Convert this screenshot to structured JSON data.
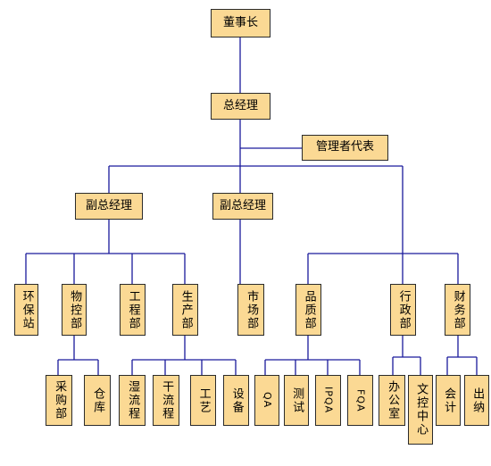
{
  "org": {
    "chairman": "董事长",
    "gm": "总经理",
    "mgmt_rep": "管理者代表",
    "vgm_left": "副总经理",
    "vgm_mid": "副总经理",
    "dept_huanbao": "环保站",
    "dept_wukong": "物控部",
    "dept_gongcheng": "工程部",
    "dept_shengchan": "生产部",
    "dept_shichang": "市场部",
    "dept_pinzhi": "品质部",
    "dept_xingzheng": "行政部",
    "dept_caiwu": "财务部",
    "sub_caigou": "采购部",
    "sub_cangku": "仓库",
    "sub_shi": "湿流程",
    "sub_gan": "干流程",
    "sub_gongyi": "工艺",
    "sub_shebei": "设备",
    "sub_qa": "QA",
    "sub_ceshi": "测试",
    "sub_ipqa": "IPQA",
    "sub_fqa": "FQA",
    "sub_bangong": "办公室",
    "sub_wenkong": "文控中心",
    "sub_kuaiji": "会计",
    "sub_chuna": "出纳"
  },
  "colors": {
    "box_fill": "#fbd994",
    "line": "#1a1a9c",
    "border": "#2b2b2b"
  }
}
